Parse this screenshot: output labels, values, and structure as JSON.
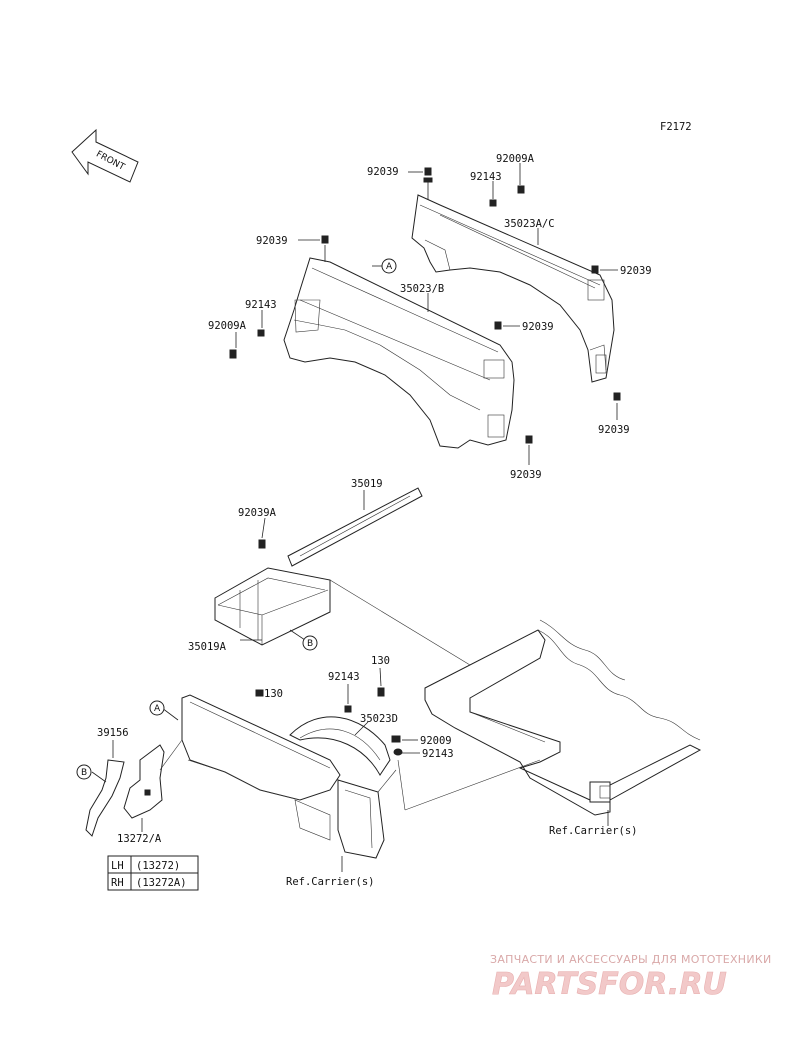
{
  "diagram_code": "F2172",
  "front_label": "FRONT",
  "callouts": {
    "a": "A",
    "b": "B"
  },
  "parts": {
    "p92039_1": "92039",
    "p92009A_1": "92009A",
    "p92143_1": "92143",
    "p35023AC": "35023A/C",
    "p92039_2": "92039",
    "p92039_3": "92039",
    "p35023B": "35023/B",
    "p92039_4": "92039",
    "p92143_2": "92143",
    "p92009A_2": "92009A",
    "p92039_5": "92039",
    "p92039_6": "92039",
    "p35019": "35019",
    "p92039A": "92039A",
    "p35019A": "35019A",
    "p130_1": "130",
    "p92143_3": "92143",
    "p130_2": "130",
    "p35023D": "35023D",
    "p92009": "92009",
    "p92143_4": "92143",
    "p39156": "39156",
    "p13272A": "13272/A"
  },
  "references": {
    "carrier_right": "Ref.Carrier(s)",
    "carrier_bottom": "Ref.Carrier(s)"
  },
  "side_table": {
    "rows": [
      {
        "side": "LH",
        "part": "(13272)"
      },
      {
        "side": "RH",
        "part": "(13272A)"
      }
    ]
  },
  "watermark": {
    "tagline": "ЗАПЧАСТИ И АКСЕССУАРЫ ДЛЯ МОТОТЕХНИКИ",
    "logo": "PARTSFOR.RU"
  }
}
